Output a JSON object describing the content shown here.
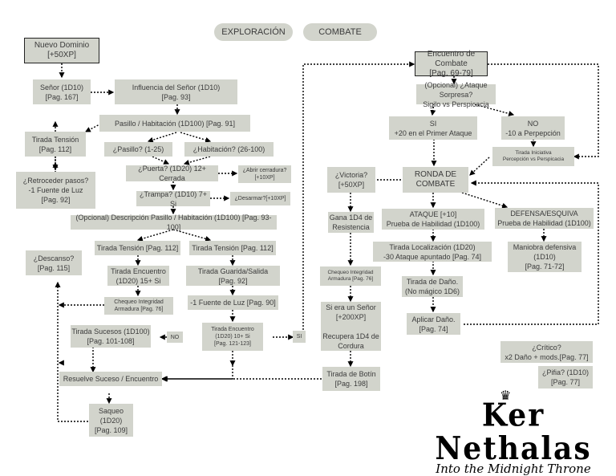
{
  "tabs": {
    "exploracion": "EXPLORACIÓN",
    "combate": "COMBATE"
  },
  "exploration": {
    "nuevo_dominio": "Nuevo Dominio\n[+50XP]",
    "senor": "Señor (1D10)\n[Pag. 167]",
    "influencia": "Influencia del Señor (1D10)\n[Pag. 93]",
    "pasillo_habitacion": "Pasillo / Habitación (1D100) [Pag. 91]",
    "tirada_tension_left": "Tirada Tensión\n[Pag. 112]",
    "pasillo_q": "¿Pasillo? (1-25)",
    "habitacion_q": "¿Habitación? (26-100)",
    "retroceder": "¿Retroceder pasos?\n-1 Fuente de Luz\n[Pag. 92]",
    "puerta": "¿Puerta? (1D20) 12+ Cerrada",
    "abrir_cerradura": "¿Abrir cerradura?\n[+10XP]",
    "trampa": "¿Trampa? (1D10) 7+ Si",
    "desarmar": "¿Desarmar?[+10XP]",
    "descripcion": "(Opcional) Descripción Pasillo / Habitación (1D100) [Pag. 93-100]",
    "descanso": "¿Descanso?\n[Pag. 115]",
    "tension_pasillo": "Tirada Tensión [Pag. 112]",
    "tension_habitacion": "Tirada Tensión [Pag. 112]",
    "encuentro_15": "Tirada Encuentro\n(1D20) 15+ Si",
    "guarida": "Tirada Guarida/Salida\n[Pag. 92]",
    "chequeo_left": "Chequeo Integridad\nArmadura [Pag. 76]",
    "fuente_luz": "-1 Fuente de Luz [Pag. 90]",
    "sucesos": "Tirada Sucesos (1D100)\n[Pag. 101-108]",
    "no_label": "NO",
    "encuentro_10": "Tirada Encuentro\n(1D20) 10+ Si\n[Pag. 121-123]",
    "si_label": "SI",
    "resuelve": "Resuelve Suceso / Encuentro",
    "saqueo": "Saqueo\n(1D20)\n[Pag. 109]"
  },
  "combat": {
    "encuentro_combate": "Encuentro de Combate\n[Pag. 69-79]",
    "ataque_sorpresa": "(Opcional) ¿Ataque Sorpresa?\nSigilo vs Perspicacia",
    "si_branch": "SI\n+20 en el Primer Ataque",
    "no_branch": "NO\n-10 a Perpepción",
    "iniciativa": "Tirada Iniciativa\nPercepción vs Perspicacia",
    "victoria": "¿Victoria?\n[+50XP]",
    "ronda": "RONDA DE\nCOMBATE",
    "gana_resistencia": "Gana 1D4 de\nResistencia",
    "ataque": "ATAQUE [+10]\nPrueba de Habilidad (1D100)",
    "defensa": "DEFENSA/ESQUIVA\nPrueba de Habilidad (1D100)",
    "localizacion": "Tirada Localización (1D20)\n-30 Ataque apuntado [Pag. 74]",
    "maniobra": "Maniobra defensiva\n(1D10)\n[Pag. 71-72]",
    "chequeo_right": "Chequeo Integridad\nArmadura [Pag. 76]",
    "dano": "Tirada de Daño.\n(No mágico 1D6)",
    "senor_200": "Si era un Señor\n[+200XP]\n\nRecupera 1D4 de\nCordura",
    "aplicar_dano": "Aplicar Daño.\n[Pag. 74]",
    "critico": "¿Crítico?\nx2 Daño + mods.[Pag. 77]",
    "pifia": "¿Pifia? (1D10)\n[Pag. 77]",
    "botin": "Tirada de Botín\n[Pag. 198]"
  },
  "logo": {
    "title": "Ker Nethalas",
    "subtitle": "Into the Midnight Throne"
  },
  "colors": {
    "box": "#d2d4cc",
    "text": "#3b3b3b",
    "line": "#000000"
  }
}
